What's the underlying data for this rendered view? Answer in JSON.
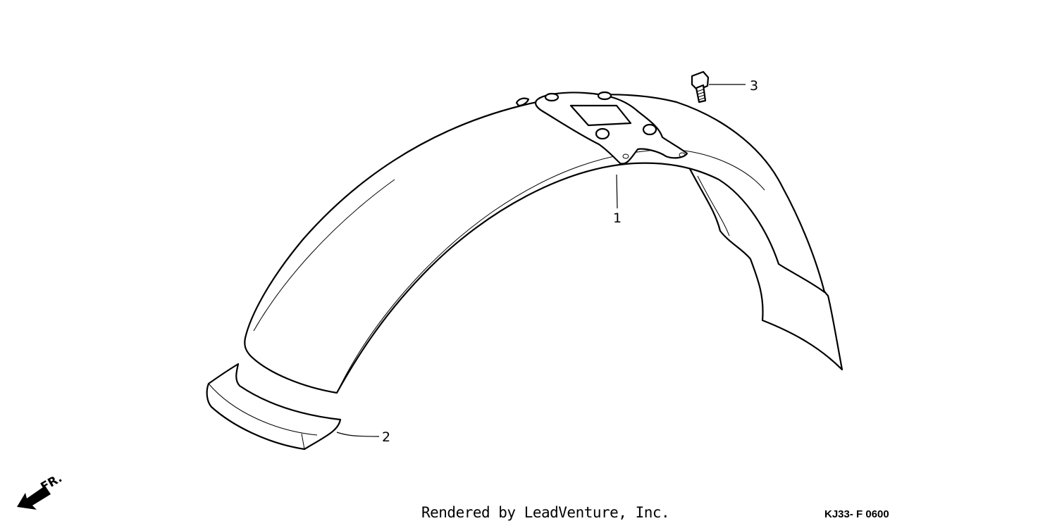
{
  "diagram": {
    "callouts": {
      "fender": "1",
      "stripe": "2",
      "bolt": "3"
    },
    "direction_label": "FR.",
    "credit": "Rendered by LeadVenture, Inc.",
    "drawing_code": "KJ33- F 0600"
  },
  "colors": {
    "line": "#000000",
    "background": "#ffffff"
  }
}
